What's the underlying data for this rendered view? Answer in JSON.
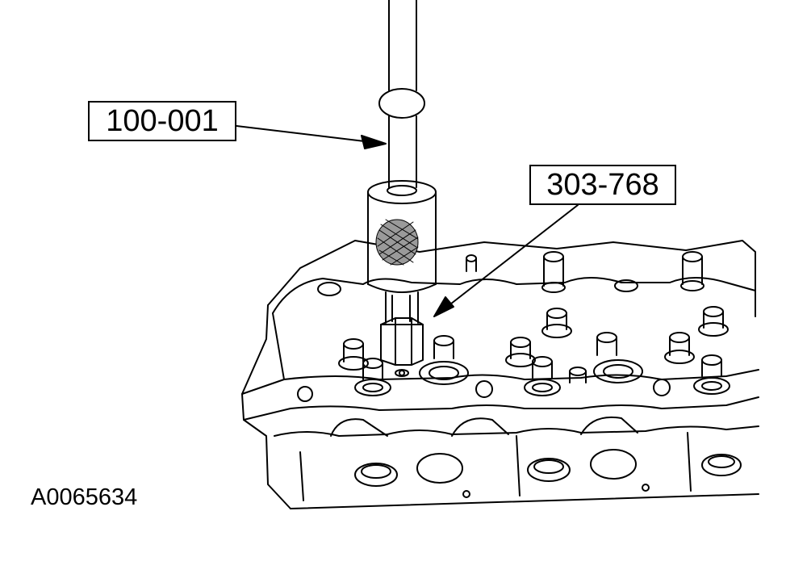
{
  "callouts": [
    {
      "label": "100-001"
    },
    {
      "label": "303-768"
    }
  ],
  "figure_id": "A0065634",
  "colors": {
    "line": "#000000",
    "background": "#ffffff"
  }
}
